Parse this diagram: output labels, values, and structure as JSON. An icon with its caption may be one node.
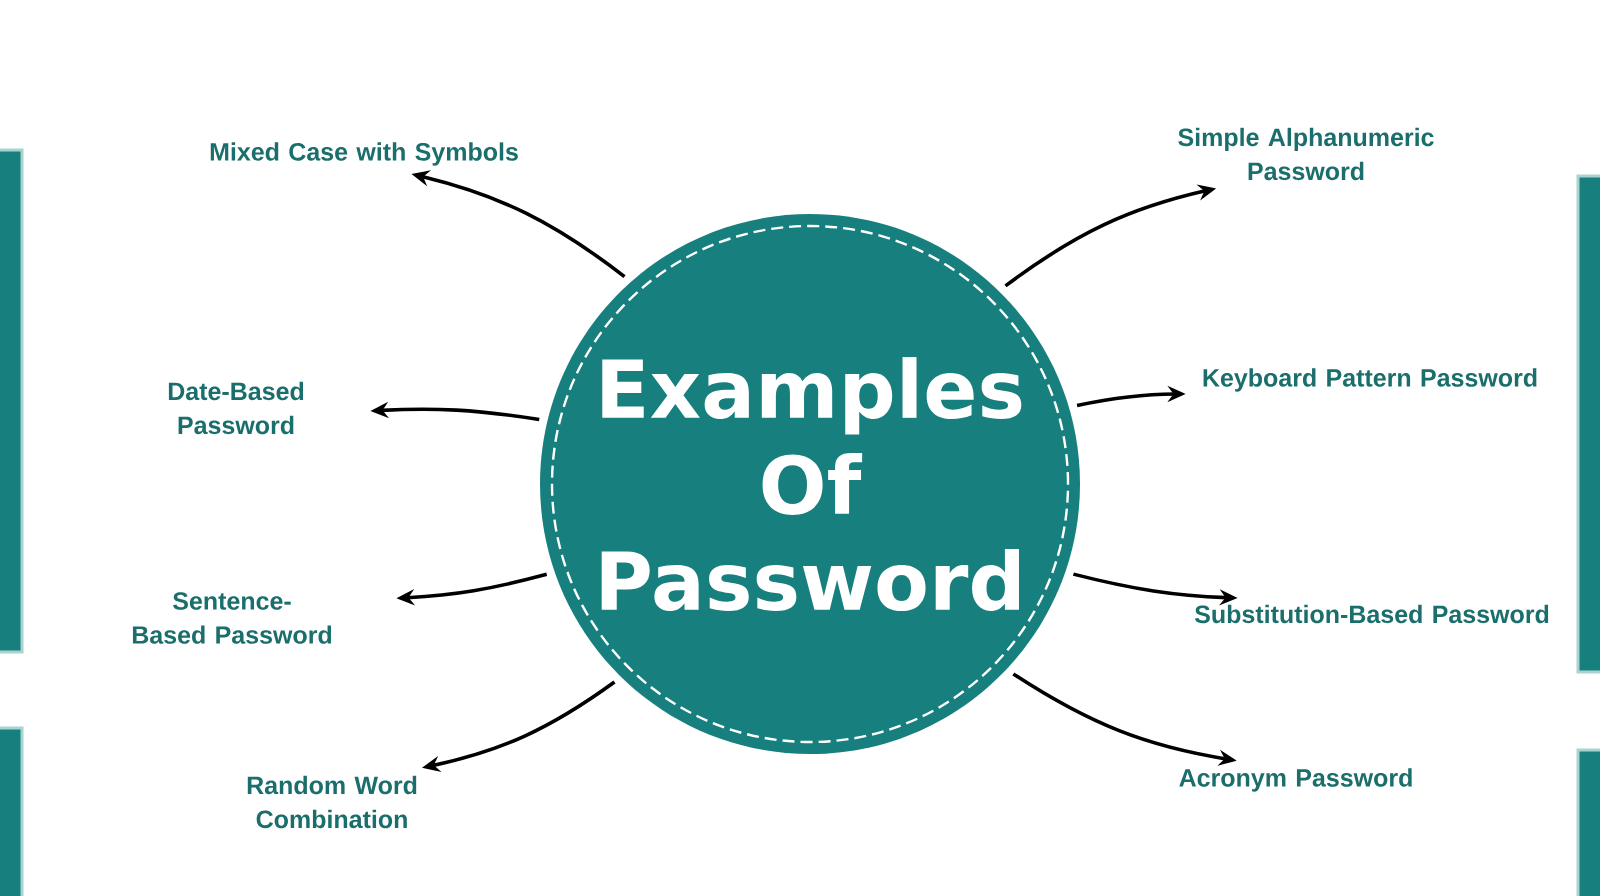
{
  "diagram": {
    "nodes": [
      {
        "text": [
          "Examples Of Password"
        ]
      },
      {
        "text": [
          "Mixed Case with Symbols"
        ]
      },
      {
        "text": [
          "Simple Alphanumeric Password"
        ]
      },
      {
        "text": [
          "Date-Based Password"
        ]
      },
      {
        "text": [
          "Keyboard Pattern Password"
        ]
      },
      {
        "text": [
          "Sentence-Based Password"
        ]
      },
      {
        "text": [
          "Substitution-Based Password"
        ]
      },
      {
        "text": [
          "Random Word Combination"
        ]
      },
      {
        "text": [
          "Acronym Password"
        ]
      }
    ],
    "edges": [
      {
        "from": 0,
        "to": 1,
        "arrow": "to"
      },
      {
        "from": 0,
        "to": 2,
        "arrow": "to"
      },
      {
        "from": 0,
        "to": 3,
        "arrow": "to"
      },
      {
        "from": 0,
        "to": 4,
        "arrow": "to"
      },
      {
        "from": 0,
        "to": 5,
        "arrow": "to"
      },
      {
        "from": 0,
        "to": 6,
        "arrow": "to"
      },
      {
        "from": 0,
        "to": 7,
        "arrow": "to"
      },
      {
        "from": 0,
        "to": 8,
        "arrow": "to"
      }
    ]
  }
}
